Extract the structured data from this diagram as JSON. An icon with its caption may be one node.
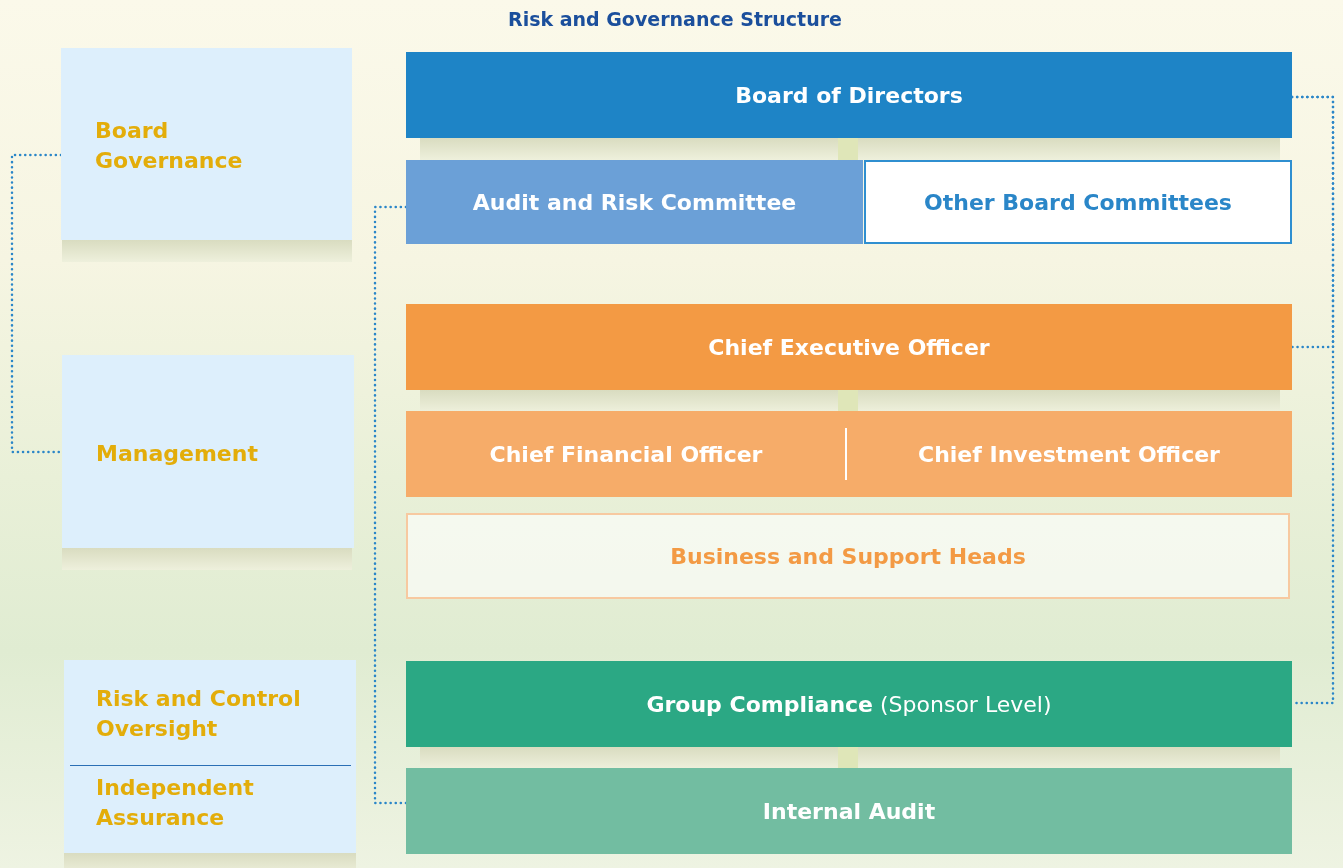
{
  "diagram": {
    "title": "Risk and Governance Structure",
    "nodes": [
      {
        "text": [
          "Board Governance"
        ]
      },
      {
        "text": [
          "Management"
        ]
      },
      {
        "text": [
          "Risk and Control Oversight",
          "Independent Assurance"
        ]
      },
      {
        "text": [
          "Board of Directors"
        ]
      },
      {
        "text": [
          "Audit and Risk Committee"
        ]
      },
      {
        "text": [
          "Other Board Committees"
        ]
      },
      {
        "text": [
          "Chief Executive Officer"
        ]
      },
      {
        "text": [
          "Chief Financial Officer"
        ]
      },
      {
        "text": [
          "Chief Investment Officer"
        ]
      },
      {
        "text": [
          "Business and Support Heads"
        ]
      },
      {
        "text": [
          "**Group Compliance** (Sponsor Level)"
        ]
      },
      {
        "text": [
          "Internal Audit"
        ]
      }
    ],
    "edges": [
      {
        "from": 0,
        "to": 1,
        "arrow": "none",
        "style": "dashed"
      },
      {
        "from": 4,
        "to": 11,
        "arrow": "none",
        "style": "dashed"
      },
      {
        "from": 3,
        "to": 6,
        "arrow": "none",
        "style": "dashed"
      },
      {
        "from": 3,
        "to": 10,
        "arrow": "none",
        "style": "dashed"
      }
    ]
  }
}
